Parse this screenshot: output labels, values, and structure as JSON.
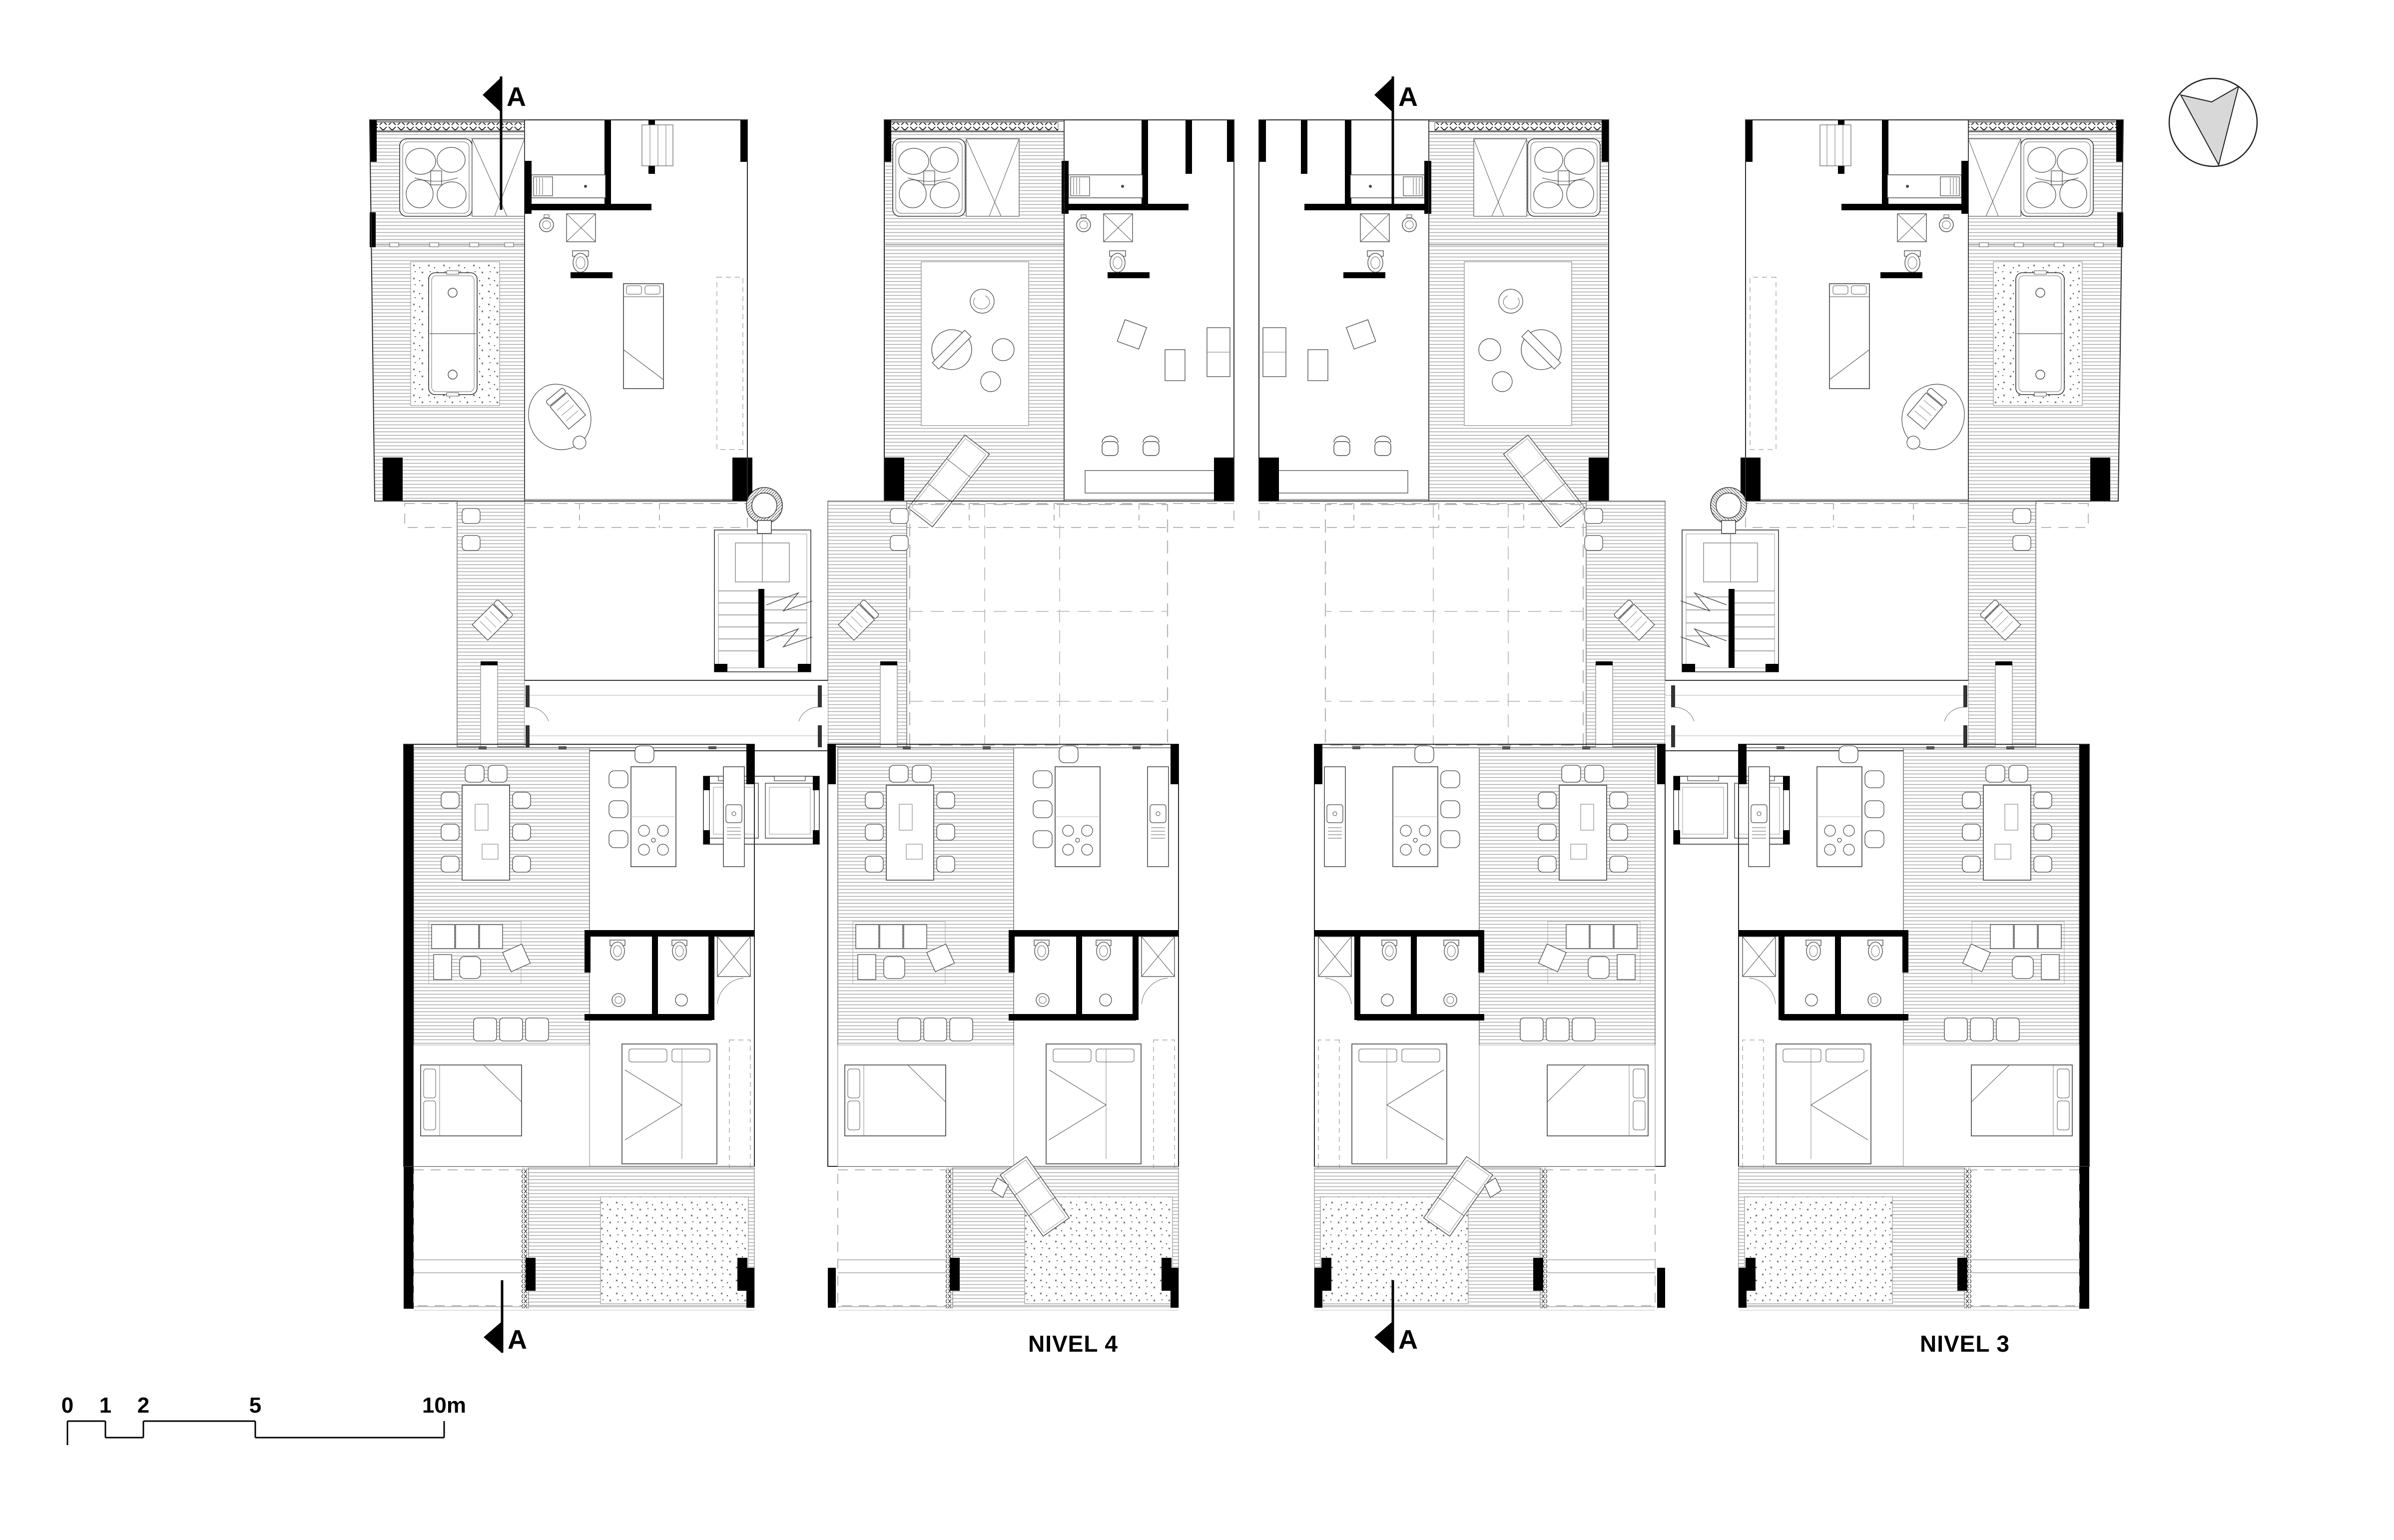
{
  "drawing": {
    "type": "architectural floor plan sheet",
    "plans": [
      {
        "label": "NIVEL 4",
        "position": "left"
      },
      {
        "label": "NIVEL 3",
        "position": "right"
      }
    ]
  },
  "labels": {
    "plan_left": "NIVEL 4",
    "plan_right": "NIVEL 3"
  },
  "section_marker": {
    "label": "A"
  },
  "scale_bar": {
    "tick_0": "0",
    "tick_1": "1",
    "tick_2": "2",
    "tick_5": "5",
    "tick_10": "10m"
  },
  "icons": {
    "north_arrow": "north-arrow-icon",
    "section_cut": "section-cut-triangle-icon"
  },
  "colors": {
    "linework": "#2a2a2a",
    "wall_poche": "#000000",
    "deck_hatch": "#a4a4a4",
    "dashed_reference": "#b5b5b5",
    "north_dart_fill": "#d8d8d8",
    "background": "#ffffff"
  }
}
